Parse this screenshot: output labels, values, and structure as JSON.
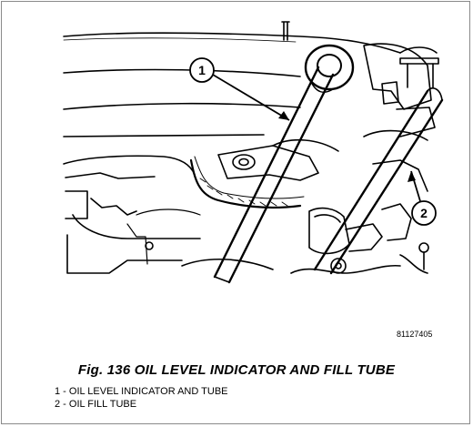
{
  "figure": {
    "id_code": "81127405",
    "caption": "Fig. 136 OIL LEVEL INDICATOR AND FILL TUBE",
    "callouts": [
      {
        "number": "1"
      },
      {
        "number": "2"
      }
    ],
    "legend": [
      {
        "text": "1 - OIL LEVEL INDICATOR AND TUBE"
      },
      {
        "text": "2 - OIL FILL TUBE"
      }
    ]
  }
}
